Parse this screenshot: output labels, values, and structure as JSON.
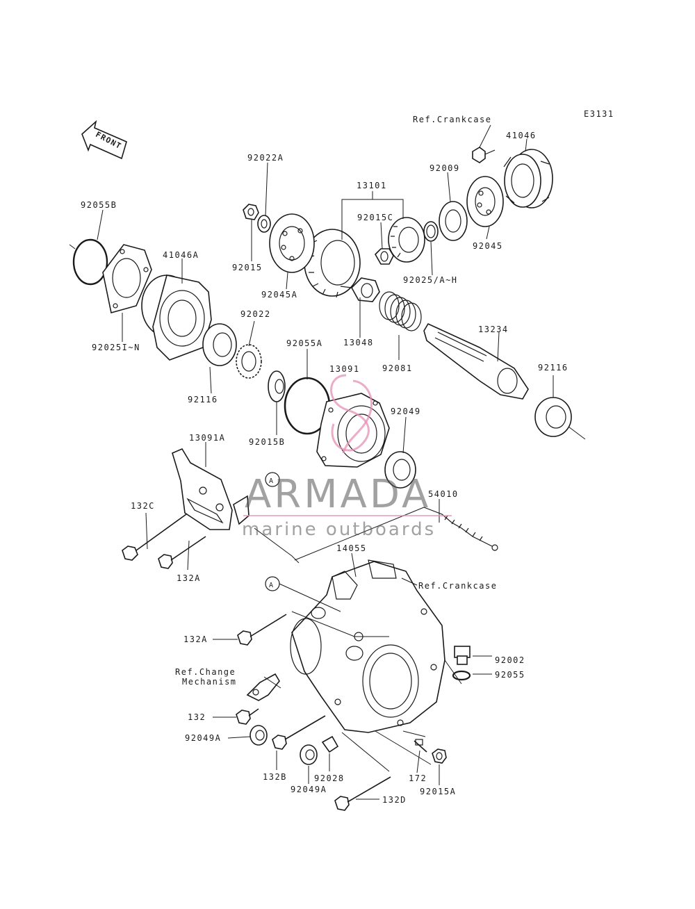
{
  "diagram_code": "E3131",
  "front_label": "FRONT",
  "callout_letter": "A",
  "labels": {
    "ref_crankcase_top": "Ref.Crankcase",
    "ref_crankcase_mid": "Ref.Crankcase",
    "ref_change_1": "Ref.Change",
    "ref_change_2": "Mechanism",
    "p41046": "41046",
    "p92009": "92009",
    "p92022A": "92022A",
    "p13101": "13101",
    "p92055B": "92055B",
    "p92015C": "92015C",
    "p92045": "92045",
    "p92015": "92015",
    "p92025AH": "92025/A~H",
    "p41046A": "41046A",
    "p92045A": "92045A",
    "p92022": "92022",
    "p13048": "13048",
    "p13234": "13234",
    "p92025IN": "92025I~N",
    "p92055A": "92055A",
    "p13091": "13091",
    "p92081": "92081",
    "p92116a": "92116",
    "p92116b": "92116",
    "p92049": "92049",
    "p92015B": "92015B",
    "p13091A": "13091A",
    "p132C": "132C",
    "p54010": "54010",
    "p132Aa": "132A",
    "p14055": "14055",
    "p132Ab": "132A",
    "p92002": "92002",
    "p92055": "92055",
    "p132": "132",
    "p92049Aa": "92049A",
    "p132B": "132B",
    "p92028": "92028",
    "p172": "172",
    "p92049Ab": "92049A",
    "p92015A": "92015A",
    "p132D": "132D"
  },
  "watermark": {
    "brand": "ARMADA",
    "tagline": "marine outboards",
    "accent_color": "#e58fb4"
  }
}
